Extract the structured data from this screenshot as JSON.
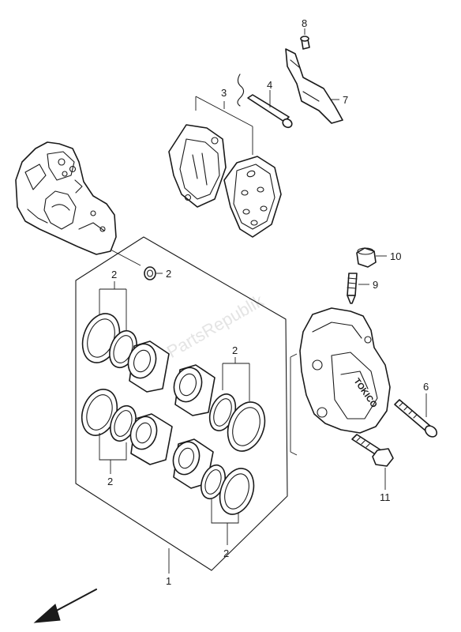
{
  "diagram": {
    "callouts": {
      "c1": "1",
      "c2a": "2",
      "c2b": "2",
      "c2c": "2",
      "c2d": "2",
      "c2e": "2",
      "c3": "3",
      "c4": "4",
      "c6": "6",
      "c7": "7",
      "c8": "8",
      "c9": "9",
      "c10": "10",
      "c11": "11"
    },
    "caliper_marking": "TOKICO",
    "watermark": "PartsRepublik",
    "colors": {
      "line": "#1a1a1a",
      "watermark": "#e4e4e4"
    }
  }
}
